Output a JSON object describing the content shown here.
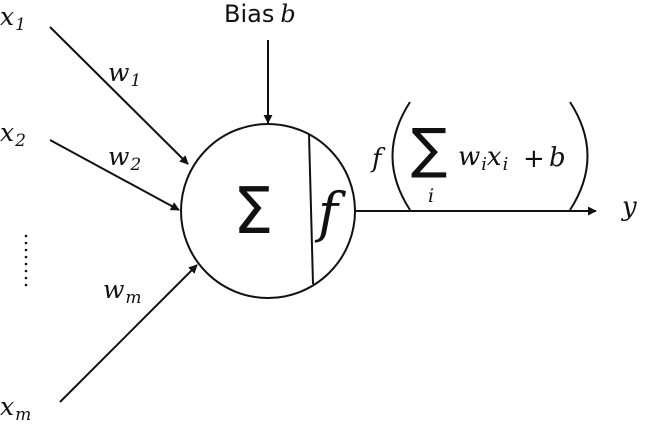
{
  "inputs": [
    {
      "x_var": "x",
      "x_sub": "1",
      "w_var": "w",
      "w_sub": "1"
    },
    {
      "x_var": "x",
      "x_sub": "2",
      "w_var": "w",
      "w_sub": "2"
    },
    {
      "x_var": "x",
      "x_sub": "m",
      "w_var": "w",
      "w_sub": "m"
    }
  ],
  "bias": {
    "label": "Bias",
    "symbol": "b"
  },
  "neuron": {
    "sum_symbol": "Σ",
    "activation_symbol": "f"
  },
  "formula": {
    "func": "f",
    "sum_symbol": "∑",
    "sum_index": "i",
    "w": "w",
    "w_sub": "i",
    "x": "x",
    "x_sub": "i",
    "plus": "+",
    "bias": "b"
  },
  "output": {
    "symbol": "y"
  },
  "colors": {
    "line": "#111111",
    "text": "#111111",
    "background": "#ffffff"
  }
}
